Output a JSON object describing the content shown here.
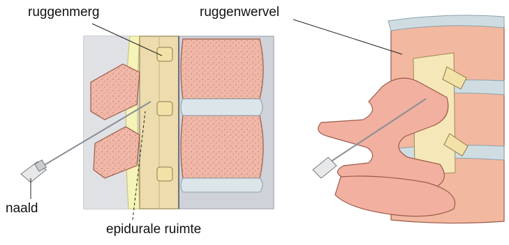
{
  "labels": {
    "spinal_cord": "ruggenmerg",
    "vertebra": "ruggenwervel",
    "needle": "naald",
    "epidural_space": "epidurale ruimte"
  },
  "colors": {
    "bone": "#f0b8a8",
    "bone_texture": "#d0806e",
    "disc": "#dce6ea",
    "cord": "#ecdcae",
    "cord_dark": "#c9b37a",
    "tissue": "#cfd2d8",
    "fat": "#f6f3b8",
    "vertebra_body": "#f2b8a0",
    "needle": "#b9bec4"
  }
}
